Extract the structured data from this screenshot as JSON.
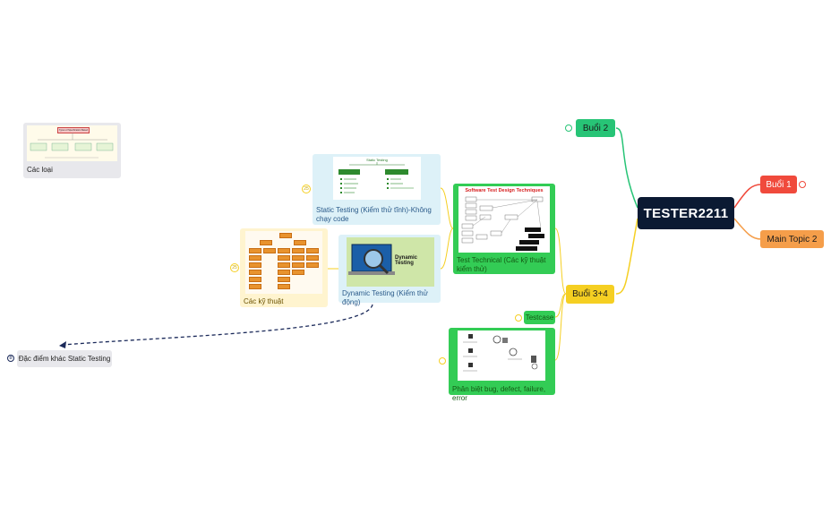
{
  "root": {
    "title": "TESTER2211"
  },
  "topics": {
    "buoi1": "Buổi 1",
    "buoi2": "Buổi 2",
    "main_topic_2": "Main Topic 2",
    "buoi34": "Buổi 3+4"
  },
  "subtopics": {
    "test_technical": "Test Technical (Các kỹ thuật kiểm thử)",
    "testcase": "Testcase",
    "bug_defect": "Phân biệt bug, defect, failure, error",
    "static_testing": "Static Testing (Kiểm thử tĩnh)-Không chạy code",
    "dynamic_testing": "Dynamic Testing (Kiểm thử động)",
    "cac_ky_thuat": "Các kỹ thuật",
    "cac_loai": "Các loại",
    "dac_diem": "Đặc điểm khác Static Testing"
  },
  "thumb_text": {
    "software_test_design": "Software Test Design Techniques",
    "dynamic_testing_img": "Dynamic Testing",
    "static_types": "Static Testing",
    "spec_based": "Types of Specification Based Technique"
  },
  "collapse_counts": {
    "static": "25",
    "ky_thuat": "25",
    "dac_diem": "8"
  },
  "colors": {
    "root": "#0b1a33",
    "buoi1": "#f04a3c",
    "buoi2": "#27c476",
    "main_topic_2": "#f59e4a",
    "buoi34": "#f5cf22",
    "green_card": "#33cc55",
    "blue_card": "#ddf1f8",
    "yellow_card": "#fff4cf",
    "grey_card": "#e8e8ec"
  }
}
